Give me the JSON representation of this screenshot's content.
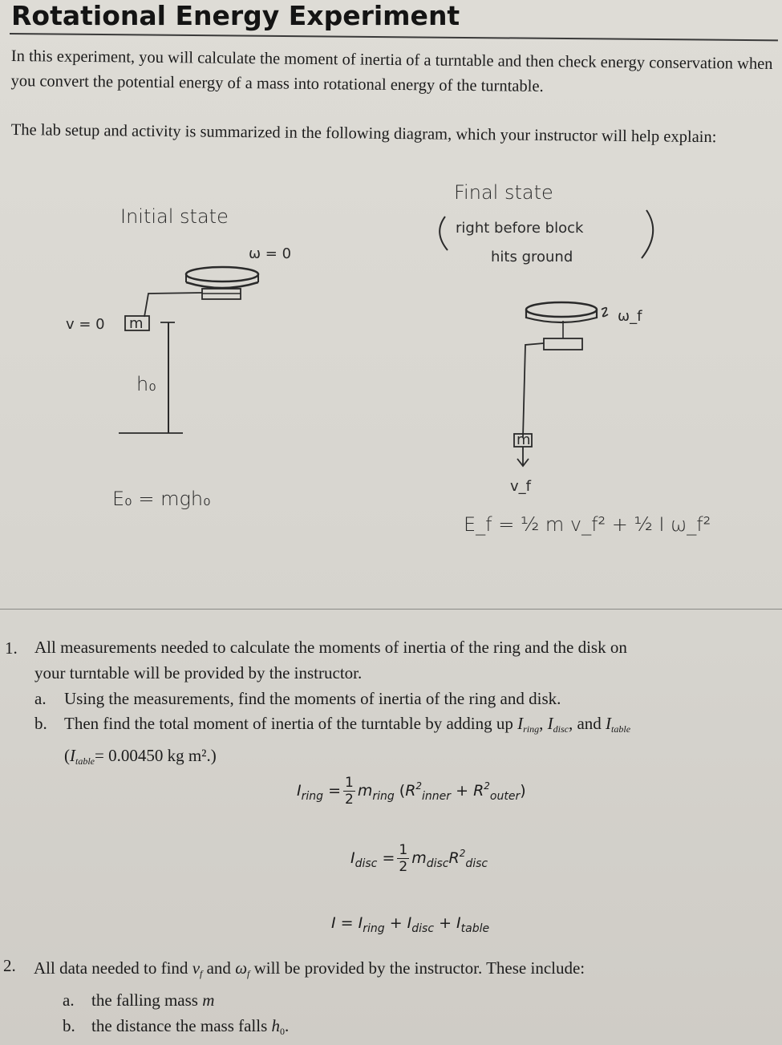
{
  "title": "Rotational Energy Experiment",
  "intro": {
    "p1": "In this experiment, you will calculate the moment of inertia of a turntable and then check energy conservation when you convert the potential energy of a mass into rotational energy of the turntable.",
    "p2": "The lab setup and activity is summarized in the following diagram, which your instructor will help explain:"
  },
  "diagram": {
    "initial": {
      "label": "Initial state",
      "omega": "ω = 0",
      "v": "v = 0",
      "mass": "m",
      "height": "h₀",
      "energy": "E₀ = mgh₀"
    },
    "final": {
      "label": "Final state",
      "note_line1": "right before block",
      "note_line2": "hits ground",
      "omega": "ω_f",
      "mass": "m",
      "v": "v_f",
      "energy": "E_f = ½ m v_f² + ½ I ω_f²"
    }
  },
  "questions": {
    "q1": {
      "num": "1.",
      "line1": "All measurements needed to calculate the moments of inertia of the ring and the disk on",
      "line2": "your turntable will be provided by the instructor.",
      "a_label": "a.",
      "a_text": "Using the measurements, find the moments of inertia of the ring and disk.",
      "b_label": "b.",
      "b_text": "Then find the total moment of inertia of the turntable by adding up",
      "b_and": "and",
      "b_note_value": "= 0.00450 kg m².)"
    },
    "formulas": {
      "ring": "I_ring = ½ m_ring (R²_inner + R²_outer)",
      "disc": "I_disc = ½ m_disc R²_disc",
      "total": "I = I_ring + I_disc + I_table"
    },
    "q2": {
      "num": "2.",
      "text_a": "All data needed to find",
      "text_and": "and",
      "text_b": "will be provided by the instructor.  These include:",
      "a_label": "a.",
      "a_text": "the falling mass",
      "b_label": "b.",
      "b_text": "the distance the mass falls"
    }
  }
}
